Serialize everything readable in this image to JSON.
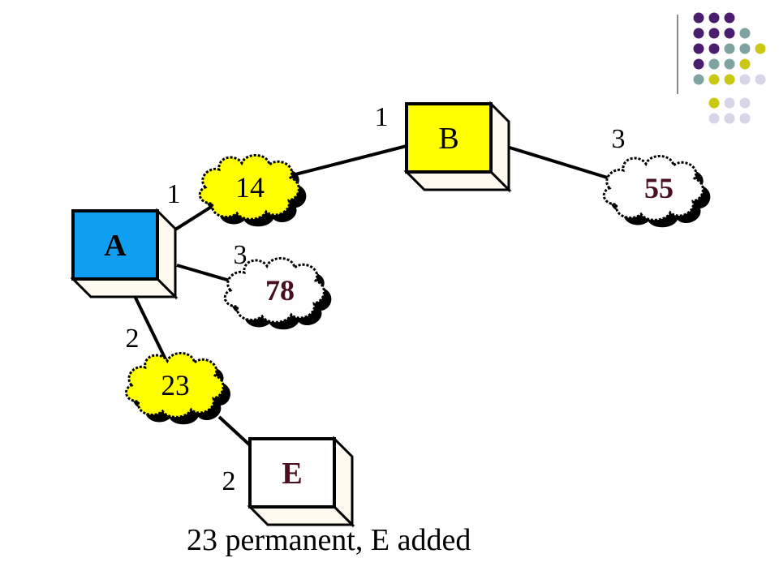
{
  "theme": {
    "dot_colors": {
      "purple": "#4b1d6e",
      "teal": "#7ea3a0",
      "olive": "#c9c913",
      "lavender": "#d6d6e8"
    },
    "rule_color": "#8a8a8a",
    "permanent_router": "#0f9ef0",
    "tentative_router": "#ffff00",
    "plain_router": "#ffffff",
    "tentative_cloud": "#ffff00",
    "plain_cloud": "#ffffff"
  },
  "routers": [
    {
      "id": "A",
      "label": "A",
      "state": "permanent"
    },
    {
      "id": "B",
      "label": "B",
      "state": "tentative"
    },
    {
      "id": "E",
      "label": "E",
      "state": "plain"
    }
  ],
  "networks": [
    {
      "id": "n14",
      "label": "14",
      "state": "tentative"
    },
    {
      "id": "n55",
      "label": "55",
      "state": "plain"
    },
    {
      "id": "n78",
      "label": "78",
      "state": "plain"
    },
    {
      "id": "n23",
      "label": "23",
      "state": "tentative"
    }
  ],
  "links": [
    {
      "from": "A",
      "to": "n14",
      "cost": "1"
    },
    {
      "from": "n14",
      "to": "B",
      "cost": "1"
    },
    {
      "from": "B",
      "to": "n55",
      "cost": "3"
    },
    {
      "from": "A",
      "to": "n78",
      "cost": "3"
    },
    {
      "from": "A",
      "to": "n23",
      "cost": "2"
    },
    {
      "from": "n23",
      "to": "E",
      "cost": "2"
    }
  ],
  "caption": "23 permanent, E added"
}
